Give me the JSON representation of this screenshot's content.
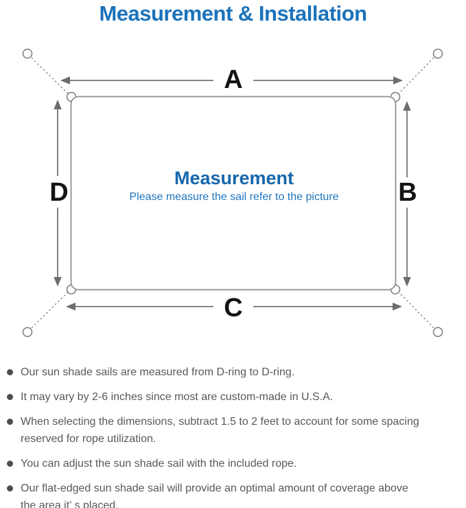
{
  "title": "Measurement & Installation",
  "colors": {
    "accent_blue": "#1b72ba",
    "diagram_heading_blue": "#1667ad",
    "diagram_subtitle_blue": "#2176bf",
    "line_gray": "#7b7b7b",
    "label_black": "#141414",
    "note_text_gray": "#58585a"
  },
  "diagram": {
    "center_title": "Measurement",
    "center_subtitle": "Please measure the sail refer to the picture",
    "edge_labels": {
      "top": "A",
      "right": "B",
      "bottom": "C",
      "left": "D"
    }
  },
  "bullets": [
    {
      "text": "Our sun shade sails are measured from D-ring to D-ring."
    },
    {
      "text": "It may vary by 2-6 inches since most are custom-made in U.S.A."
    },
    {
      "text": "When selecting the dimensions, subtract 1.5 to 2 feet to account for some spacing\nreserved for rope utilization."
    },
    {
      "text": "You can adjust the sun shade sail with the included rope."
    },
    {
      "text": "Our flat-edged sun shade sail will provide an optimal amount of coverage above\nthe area it’ s placed."
    }
  ]
}
